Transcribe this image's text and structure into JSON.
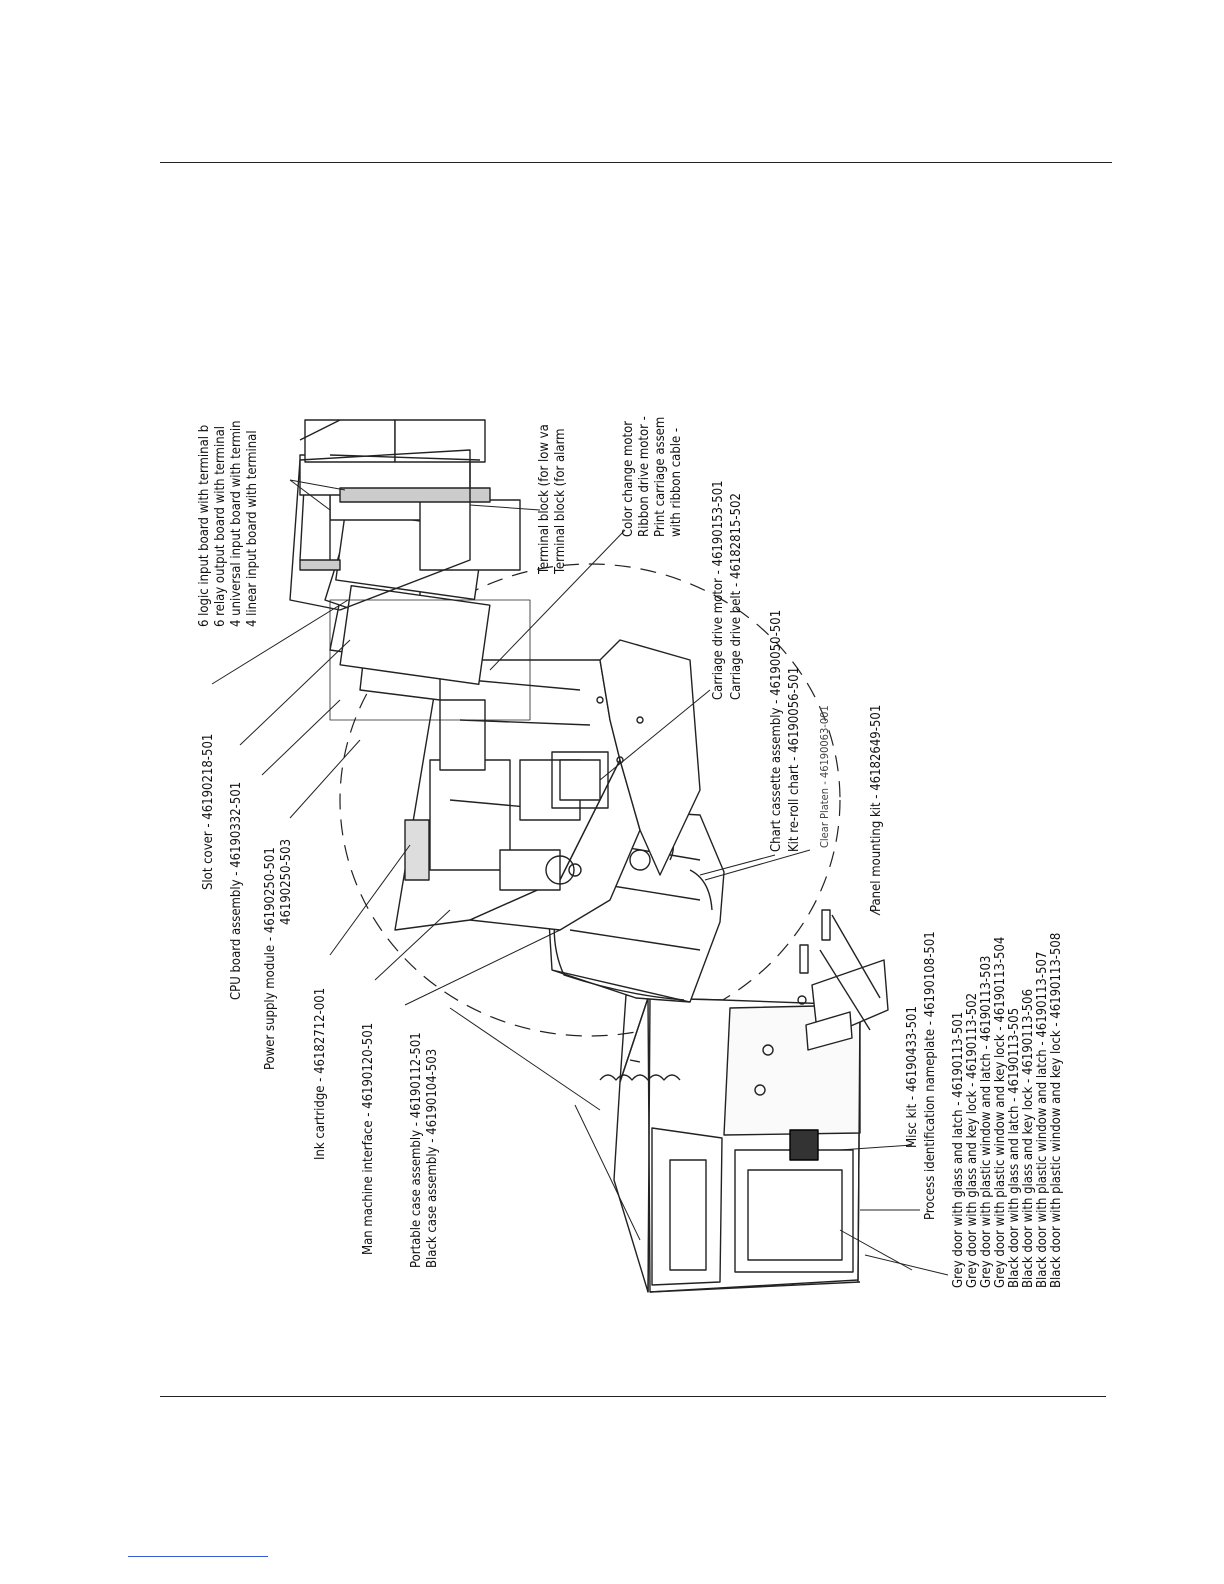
{
  "labels": {
    "slot_cover": "Slot cover - 46190218-501",
    "cpu_board": "CPU board assembly - 46190332-501",
    "power_supply_1": "Power supply module - 46190250-501",
    "power_supply_2": "46190250-503",
    "ink_cartridge": "Ink cartridge - 46182712-001",
    "mmi": "Man machine interface - 46190120-501",
    "portable_case": "Portable case assembly - 46190112-501",
    "black_case": "Black case assembly - 46190104-503",
    "process_nameplate": "Process identification nameplate - 46190108-501",
    "misc_kit": "Misc kit - 46190433-501",
    "panel_mounting": "Panel mounting kit - 46182649-501",
    "clear_platen": "Clear Platen - 46190063-001",
    "chart_cassette": "Chart cassette assembly - 46190050-501",
    "kit_reroll": "Kit re-roll chart - 46190056-501",
    "carriage_motor": "Carriage drive motor - 46190153-501",
    "carriage_belt": "Carriage drive belt - 46182815-502",
    "color_motor": "Color change motor",
    "ribbon_motor": "Ribbon drive motor -",
    "print_carriage": "Print carriage assem",
    "ribbon_cable": "with ribbon cable -",
    "terminal_low": "Terminal block (for low va",
    "terminal_alarm": "Terminal block (for alarm",
    "board_logic": "6 logic input board with terminal b",
    "board_relay": "6 relay output board with terminal",
    "board_universal": "4 universal input board with termin",
    "board_linear": "4 linear input board with terminal",
    "doors": [
      "Grey door with glass and latch - 46190113-501",
      "Grey door with glass and key lock - 46190113-502",
      "Grey door with plastic window and latch - 46190113-503",
      "Grey door with plastic window and key lock - 46190113-504",
      "Black door with glass and latch - 46190113-505",
      "Black door with glass and key lock - 46190113-506",
      "Black door with plastic window and latch - 46190113-507",
      "Black door with plastic window and key lock - 46190113-508"
    ]
  }
}
